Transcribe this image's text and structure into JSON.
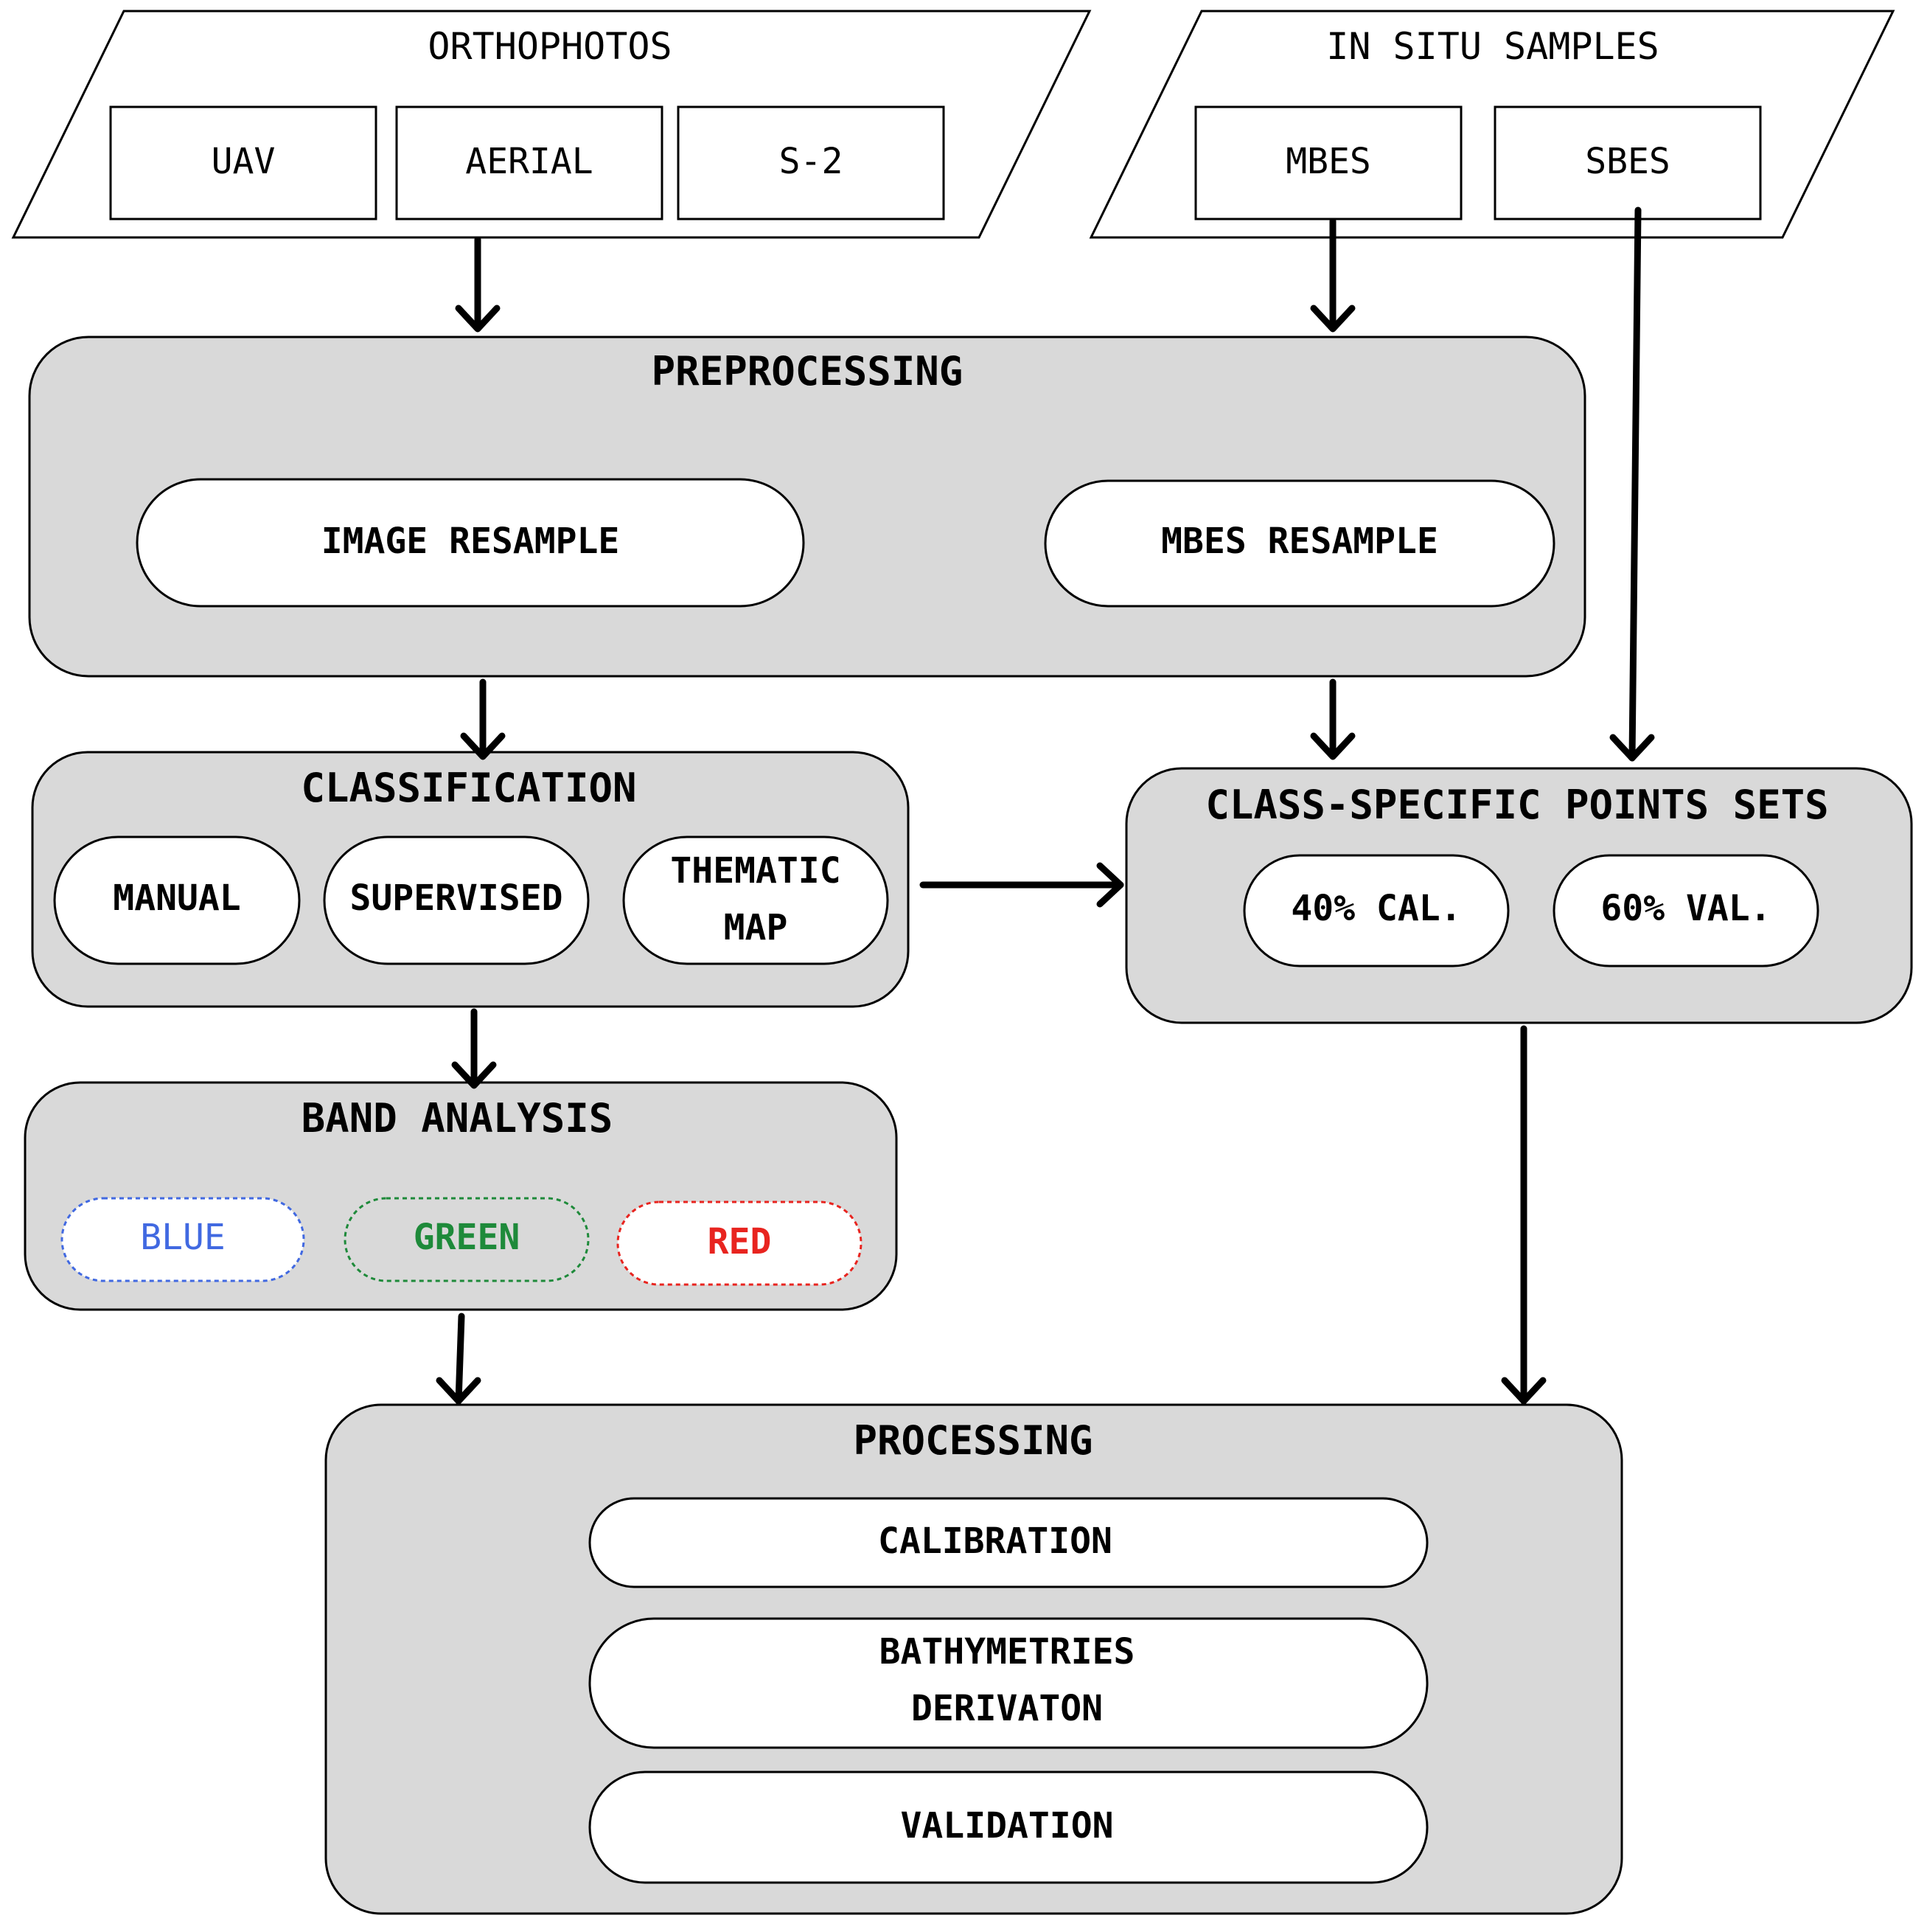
{
  "inputs": {
    "orthophotos": {
      "title": "ORTHOPHOTOS",
      "items": [
        "UAV",
        "AERIAL",
        "S-2"
      ]
    },
    "in_situ": {
      "title": "IN SITU SAMPLES",
      "items": [
        "MBES",
        "SBES"
      ]
    }
  },
  "preprocessing": {
    "title": "PREPROCESSING",
    "items": [
      "IMAGE RESAMPLE",
      "MBES RESAMPLE"
    ]
  },
  "classification": {
    "title": "CLASSIFICATION",
    "items": [
      "MANUAL",
      "SUPERVISED"
    ],
    "thematic_line1": "THEMATIC",
    "thematic_line2": "MAP"
  },
  "class_points": {
    "title": "CLASS-SPECIFIC POINTS SETS",
    "items": [
      "40% CAL.",
      "60% VAL."
    ]
  },
  "band_analysis": {
    "title": "BAND ANALYSIS",
    "items": [
      "BLUE",
      "GREEN",
      "RED"
    ]
  },
  "processing": {
    "title": "PROCESSING",
    "calibration": "CALIBRATION",
    "bathy_line1": "BATHYMETRIES",
    "bathy_line2": "DERIVATON",
    "validation": "VALIDATION"
  },
  "colors": {
    "group_fill": "#d9d9d9",
    "stroke": "#000000",
    "blue": "#4169e1",
    "green": "#1e8a3a",
    "red": "#e8241f"
  }
}
